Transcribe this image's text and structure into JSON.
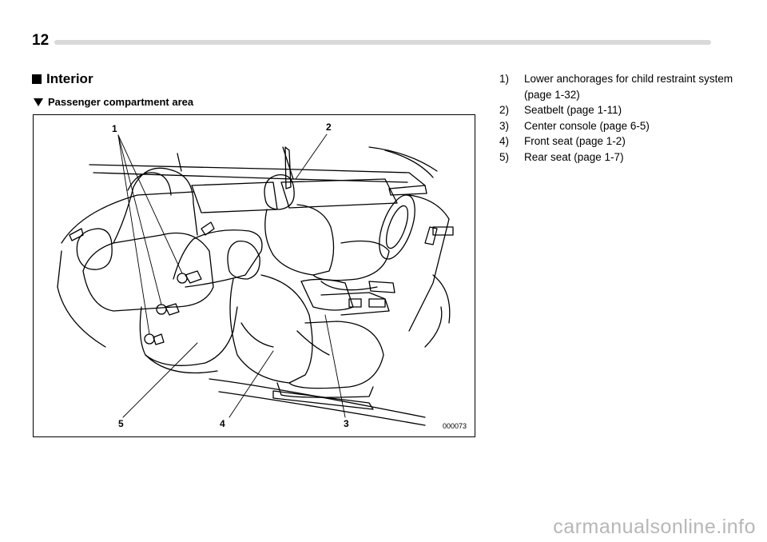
{
  "page": {
    "number": "12"
  },
  "section": {
    "heading": "Interior"
  },
  "subsection": {
    "heading": "Passenger compartment area"
  },
  "figure": {
    "callouts": [
      "1",
      "2",
      "3",
      "4",
      "5"
    ],
    "code": "000073"
  },
  "legend": [
    {
      "num": "1)",
      "text": "Lower anchorages for child restraint system (page 1-32)"
    },
    {
      "num": "2)",
      "text": "Seatbelt (page 1-11)"
    },
    {
      "num": "3)",
      "text": "Center console (page 6-5)"
    },
    {
      "num": "4)",
      "text": "Front seat (page 1-2)"
    },
    {
      "num": "5)",
      "text": "Rear seat (page 1-7)"
    }
  ],
  "watermark": {
    "text": "carmanualsonline.info"
  }
}
